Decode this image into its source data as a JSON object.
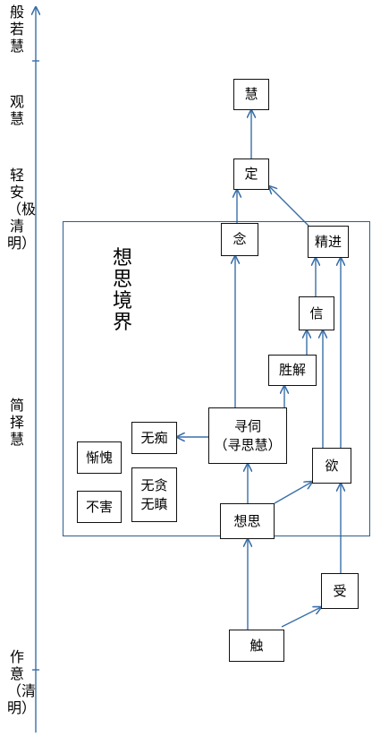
{
  "diagram": {
    "axis_labels": [
      {
        "id": "prajna",
        "text": "般若慧"
      },
      {
        "id": "guanhui",
        "text": "观慧"
      },
      {
        "id": "qingan",
        "text": "轻安（极清明）"
      },
      {
        "id": "jianze",
        "text": "简择慧"
      },
      {
        "id": "zuoyi",
        "text": "作意（清明）"
      }
    ],
    "region_title": "想思境界",
    "nodes": {
      "hui": "慧",
      "ding": "定",
      "nian": "念",
      "jingjin": "精进",
      "xin": "信",
      "shengjie": "胜解",
      "xunsi": "寻伺\n（寻思慧）",
      "wuchi": "无痴",
      "cankui": "惭愧",
      "wutan": "无贪\n无瞋",
      "buhai": "不害",
      "yu": "欲",
      "xiangsi": "想思",
      "shou": "受",
      "chu": "触"
    },
    "colors": {
      "arrow": "#3a6fa8",
      "region_border": "#2c5e8a",
      "node_border": "#111111"
    }
  }
}
